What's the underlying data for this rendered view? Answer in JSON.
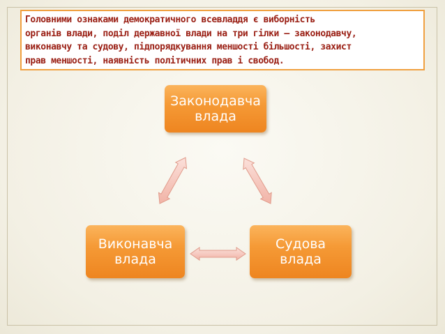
{
  "intro": {
    "lines": [
      "Головними ознаками демократичного всевладдя є виборність",
      "органів влади, поділ державної влади на три гілки – законодавчу,",
      "виконавчу та судову, підпорядкування меншості більшості, захист",
      "прав меншості, наявність політичних прав і свобод."
    ]
  },
  "nodes": {
    "legislative": "Законодавча\nвлада",
    "executive": "Виконавча\nвлада",
    "judicial": "Судова\nвлада"
  },
  "colors": {
    "node_fill": "#f59a36",
    "text_border": "#f0a040",
    "text_color": "#9a1f14",
    "arrow_fill": "#f7c9c0"
  }
}
